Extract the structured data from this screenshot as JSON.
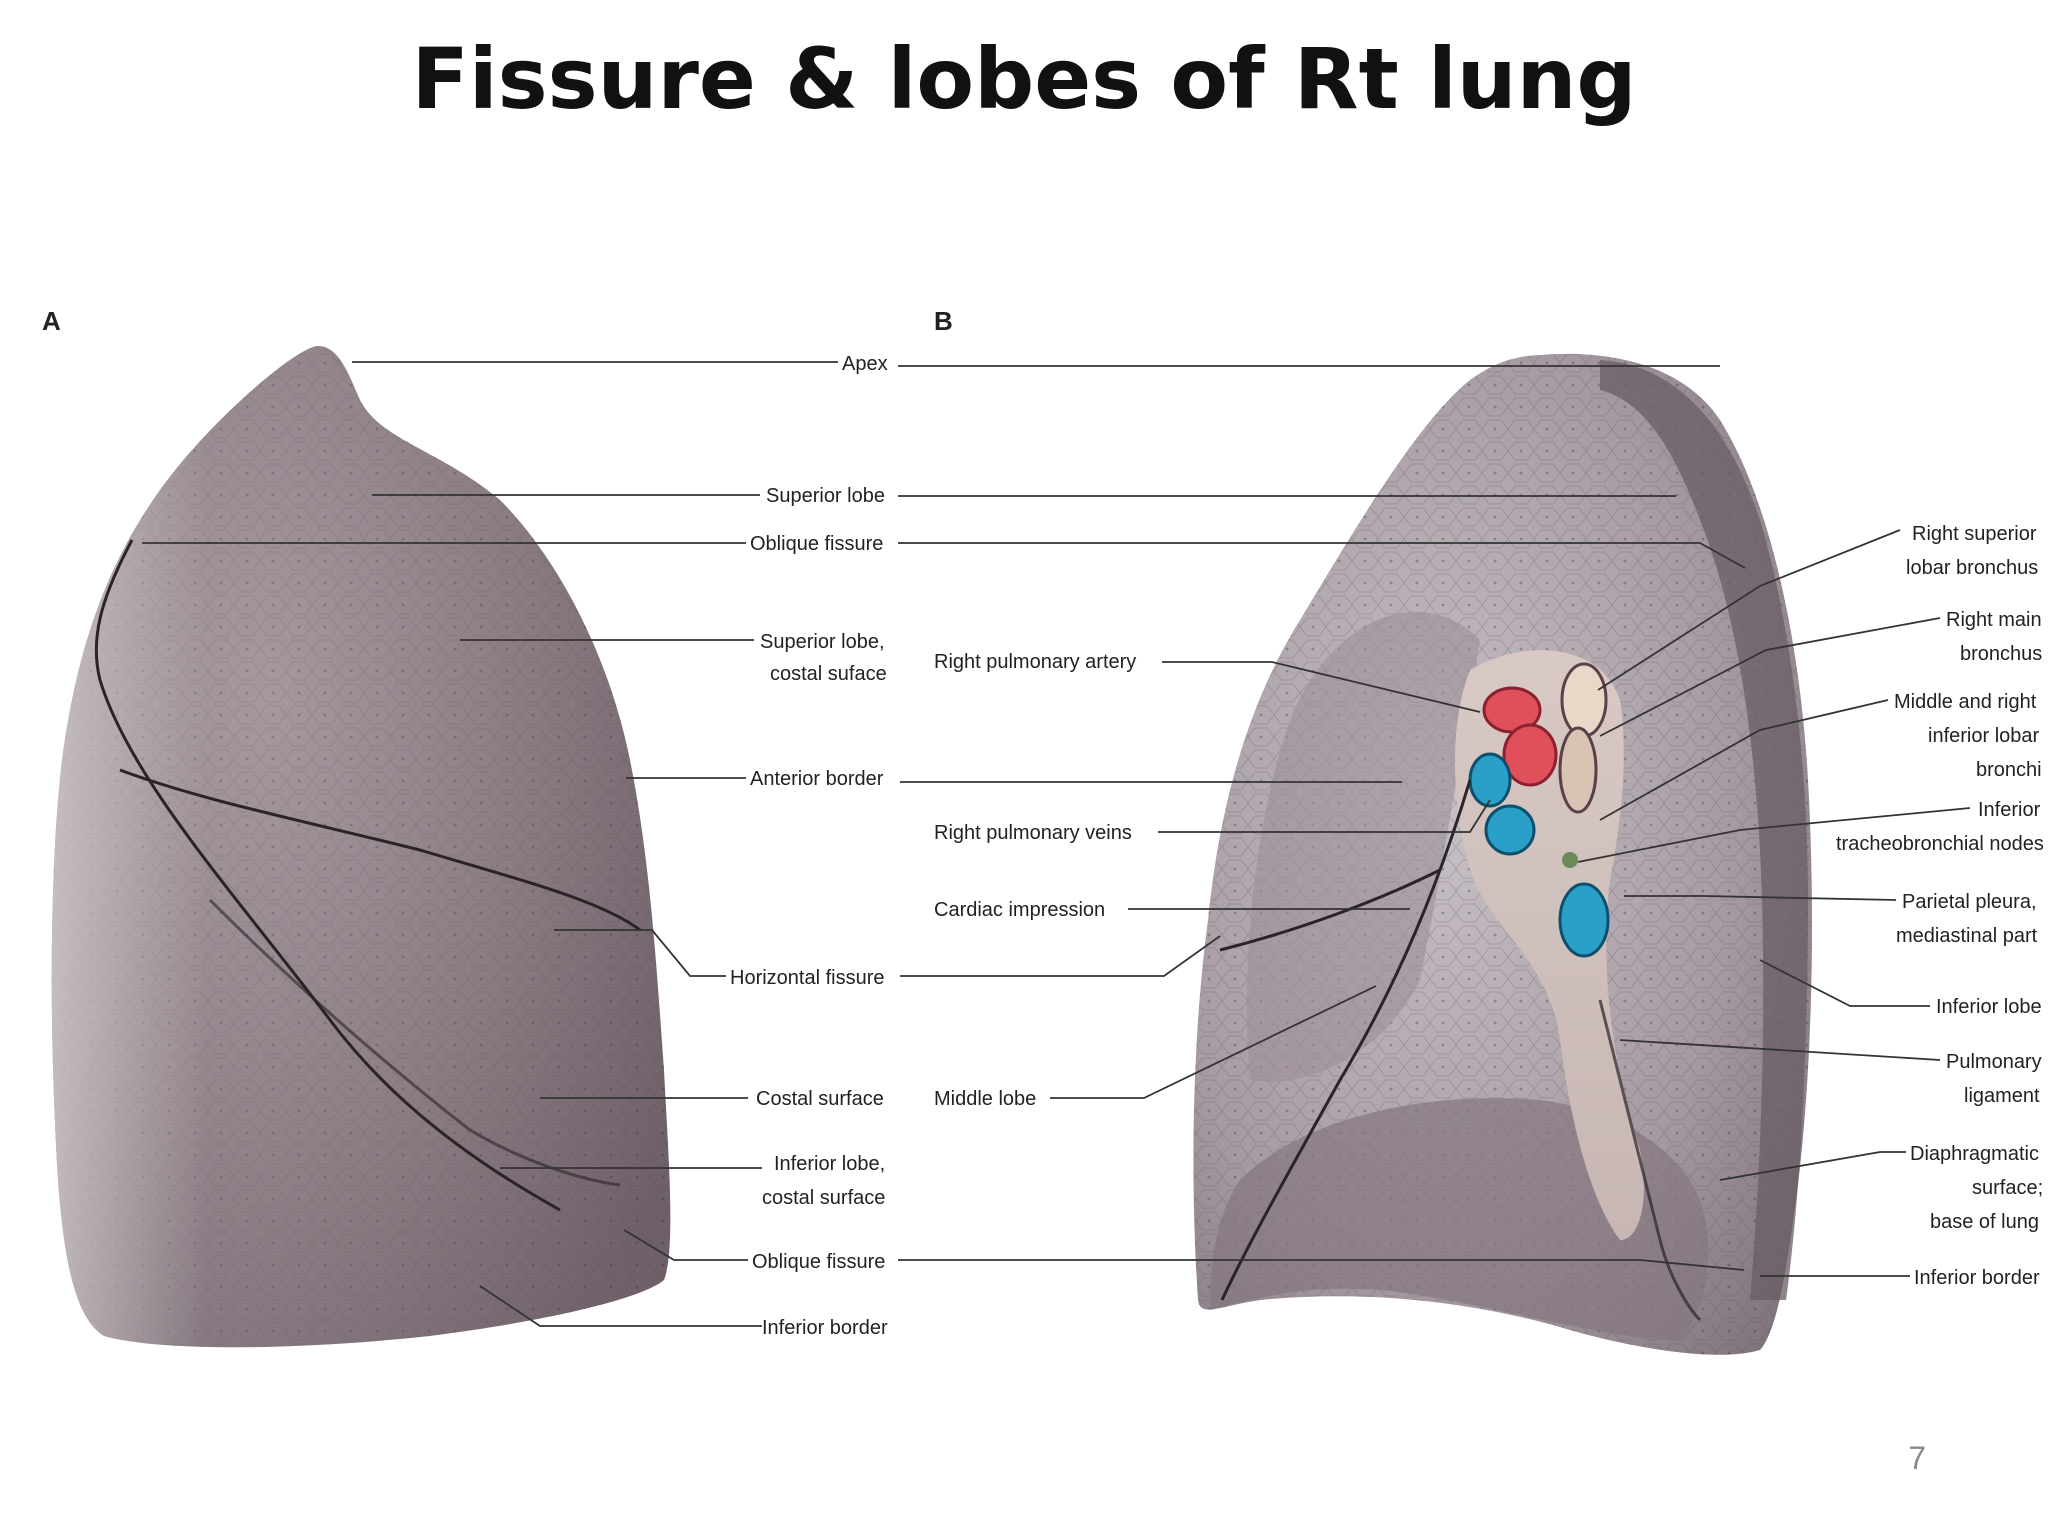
{
  "title": "Fissure & lobes of Rt lung",
  "page_number": "7",
  "panel_a": {
    "letter": "A",
    "labels": {
      "apex": "Apex",
      "superior_lobe": "Superior lobe",
      "oblique_fissure_top": "Oblique fissure",
      "superior_costal_1": "Superior lobe,",
      "superior_costal_2": "costal suface",
      "anterior_border": "Anterior border",
      "horizontal_fissure": "Horizontal fissure",
      "costal_surface": "Costal surface",
      "inferior_costal_1": "Inferior lobe,",
      "inferior_costal_2": "costal surface",
      "oblique_fissure_bottom": "Oblique fissure",
      "inferior_border": "Inferior border"
    }
  },
  "panel_b": {
    "letter": "B",
    "left_labels": {
      "right_pulmonary_artery": "Right pulmonary artery",
      "right_pulmonary_veins": "Right pulmonary veins",
      "cardiac_impression": "Cardiac impression",
      "middle_lobe": "Middle lobe"
    },
    "right_labels": {
      "rsl_bronchus_1": "Right superior",
      "rsl_bronchus_2": "lobar bronchus",
      "main_bronchus_1": "Right main",
      "main_bronchus_2": "bronchus",
      "mid_inf_1": "Middle and right",
      "mid_inf_2": "inferior lobar",
      "mid_inf_3": "bronchi",
      "nodes_1": "Inferior",
      "nodes_2": "tracheobronchial nodes",
      "pleura_1": "Parietal pleura,",
      "pleura_2": "mediastinal part",
      "inferior_lobe": "Inferior lobe",
      "pulm_lig_1": "Pulmonary",
      "pulm_lig_2": "ligament",
      "diaphragmatic_1": "Diaphragmatic",
      "diaphragmatic_2": "surface;",
      "diaphragmatic_3": "base of lung",
      "inferior_border": "Inferior border"
    }
  },
  "colors": {
    "lung_tissue": "#8c7d85",
    "lung_highlight": "#c9c3c6",
    "artery": "#e0505a",
    "vein": "#2a9fc8",
    "bronchus": "#e8d8c8"
  }
}
